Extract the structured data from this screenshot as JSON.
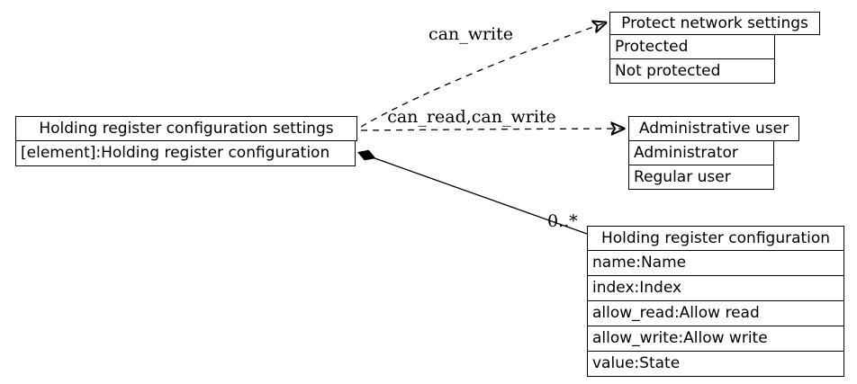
{
  "canvas": {
    "background": "#ffffff",
    "stroke_color": "#000000"
  },
  "nodes": {
    "settings": {
      "title": "Holding register configuration settings",
      "rows": [
        "[element]:Holding register configuration"
      ]
    },
    "protect": {
      "title": "Protect network settings",
      "rows": [
        "Protected",
        "Not protected"
      ]
    },
    "admin": {
      "title": "Administrative user",
      "rows": [
        "Administrator",
        "Regular user"
      ]
    },
    "holding": {
      "title": "Holding register configuration",
      "rows": [
        "name:Name",
        "index:Index",
        "allow_read:Allow read",
        "allow_write:Allow write",
        "value:State"
      ]
    }
  },
  "edges": {
    "can_write": {
      "label": "can_write",
      "style": "dashed-arrow"
    },
    "can_read_write": {
      "label": "can_read,can_write",
      "style": "dashed-arrow"
    },
    "composition": {
      "label": "0..*",
      "style": "solid-composition-diamond"
    }
  }
}
